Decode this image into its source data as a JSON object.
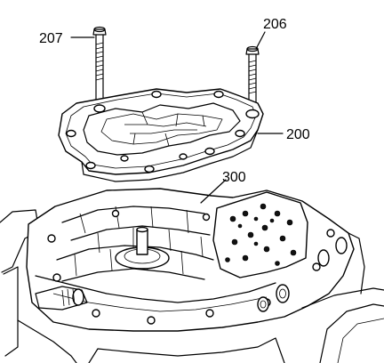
{
  "callouts": {
    "bolt_left": "207",
    "bolt_right": "206",
    "cover": "200",
    "valve_body": "300"
  }
}
